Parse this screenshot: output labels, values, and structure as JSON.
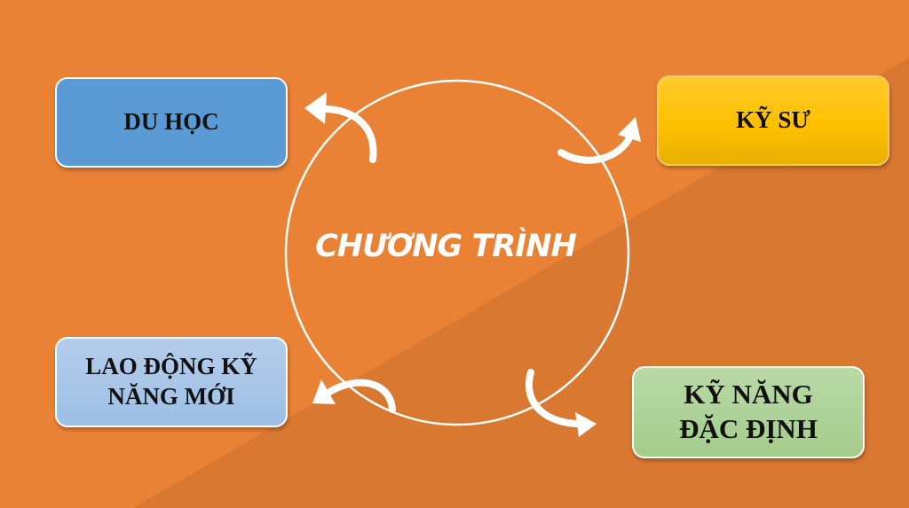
{
  "diagram": {
    "center": {
      "label": "CHƯƠNG TRÌNH"
    },
    "nodes": [
      {
        "id": "du-hoc",
        "label": "DU HỌC",
        "color": "#5B9BD5",
        "position": "top-left"
      },
      {
        "id": "ky-su",
        "label": "KỸ SƯ",
        "color": "#FFC000",
        "position": "top-right"
      },
      {
        "id": "lao-dong",
        "label": "LAO ĐỘNG KỸ NĂNG MỚI",
        "color": "#9DC3E6",
        "position": "bottom-left"
      },
      {
        "id": "ky-nang",
        "label": "KỸ NĂNG ĐẶC ĐỊNH",
        "color": "#A9D18E",
        "position": "bottom-right"
      }
    ],
    "colors": {
      "background_light": "#EA8235",
      "background_dark": "#D97831",
      "circle_stroke": "#FFFFFF"
    }
  }
}
